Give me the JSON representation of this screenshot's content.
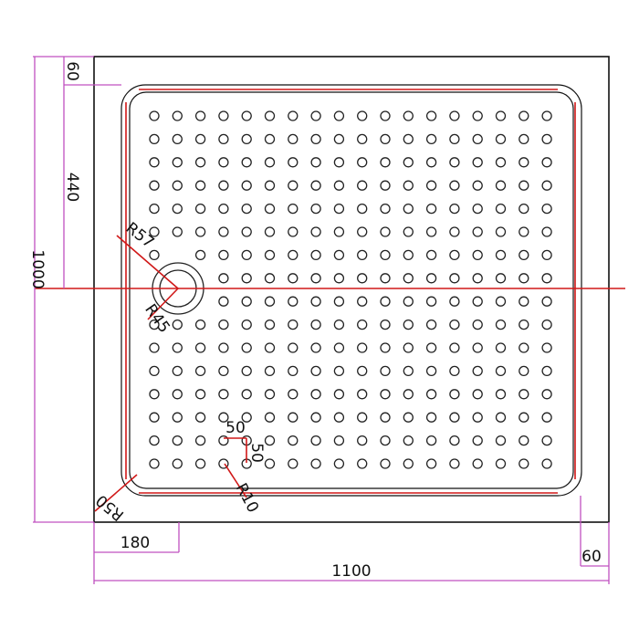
{
  "drawing": {
    "dimensions": {
      "total_height": "1000",
      "top_margin": "60",
      "to_center": "440",
      "drain_offset": "180",
      "total_width": "1100",
      "right_margin": "60",
      "hole_spacing_h": "50",
      "hole_spacing_v": "50",
      "drain_outer_radius": "R57",
      "drain_inner_radius": "R45",
      "hole_radius": "R10",
      "corner_radius": "R50"
    },
    "hole_grid": {
      "columns": 18,
      "rows": 16
    },
    "colors": {
      "dimension": "#c050c0",
      "centerline": "#d01818",
      "outline": "#111111"
    }
  }
}
